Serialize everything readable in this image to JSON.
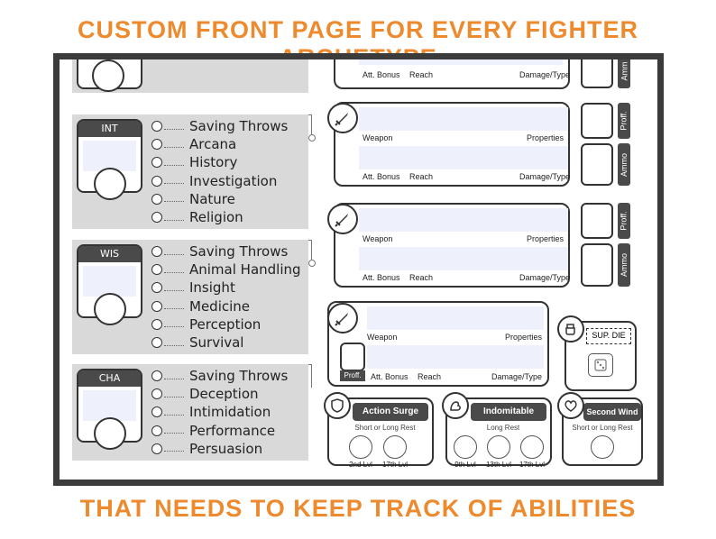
{
  "banner_top": "CUSTOM FRONT PAGE FOR EVERY FIGHTER ARCHETYPE",
  "banner_bottom": "THAT NEEDS TO KEEP TRACK OF ABILITIES",
  "abilities": [
    {
      "label": "INT",
      "skills": [
        "Saving Throws",
        "Arcana",
        "History",
        "Investigation",
        "Nature",
        "Religion"
      ]
    },
    {
      "label": "WIS",
      "skills": [
        "Saving Throws",
        "Animal Handling",
        "Insight",
        "Medicine",
        "Perception",
        "Survival"
      ]
    },
    {
      "label": "CHA",
      "skills": [
        "Saving Throws",
        "Deception",
        "Intimidation",
        "Performance",
        "Persuasion"
      ]
    }
  ],
  "weapon_labels": {
    "weapon": "Weapon",
    "properties": "Properties",
    "att_bonus": "Att. Bonus",
    "reach": "Reach",
    "damage_type": "Damage/Type"
  },
  "side_tabs": {
    "proff": "Proff.",
    "ammo": "Ammo",
    "ammo_short": "Amm"
  },
  "sup_die": "SUP. DIE",
  "features": [
    {
      "title": "Action Surge",
      "recharge": "Short or Long Rest",
      "uses": [
        "2nd Lvl",
        "17th Lvl"
      ]
    },
    {
      "title": "Indomitable",
      "recharge": "Long Rest",
      "uses": [
        "9th Lvl",
        "13th Lvl",
        "17th Lvl"
      ]
    },
    {
      "title": "Second Wind",
      "recharge": "Short or Long Rest",
      "uses": [
        ""
      ]
    }
  ],
  "colors": {
    "accent": "#ee8a2e",
    "frame": "#3b3b3b",
    "panel": "#d9d9d9",
    "field": "#eef0fb",
    "header": "#4a4a4a"
  },
  "icons": [
    "sword-icon",
    "fist-icon",
    "shield-icon",
    "heart-icon",
    "die-icon",
    "bottle-icon"
  ]
}
